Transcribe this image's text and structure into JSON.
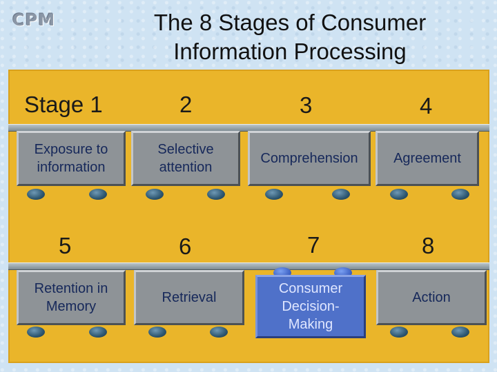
{
  "header": {
    "brand": "CPM",
    "title_line1": "The 8 Stages of Consumer",
    "title_line2": "Information Processing"
  },
  "colors": {
    "board": "#eab52a",
    "cart": "#8e9397",
    "highlight_cart": "#4f71c9",
    "wheel": "#2d5670"
  },
  "stages": [
    {
      "number": "Stage 1",
      "line1": "Exposure to",
      "line2": "information",
      "line3": ""
    },
    {
      "number": "2",
      "line1": "Selective",
      "line2": "attention",
      "line3": ""
    },
    {
      "number": "3",
      "line1": "Comprehension",
      "line2": "",
      "line3": ""
    },
    {
      "number": "4",
      "line1": "Agreement",
      "line2": "",
      "line3": ""
    },
    {
      "number": "5",
      "line1": "Retention in",
      "line2": "Memory",
      "line3": ""
    },
    {
      "number": "6",
      "line1": "Retrieval",
      "line2": "",
      "line3": ""
    },
    {
      "number": "7",
      "line1": "Consumer",
      "line2": "Decision-",
      "line3": "Making"
    },
    {
      "number": "8",
      "line1": "Action",
      "line2": "",
      "line3": ""
    }
  ]
}
